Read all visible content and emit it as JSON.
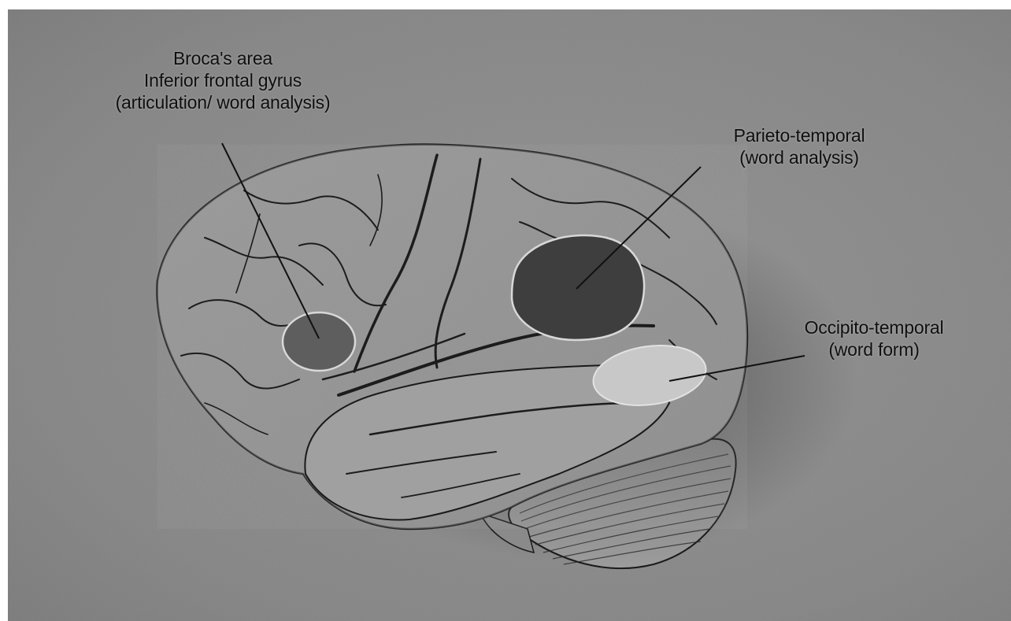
{
  "figure": {
    "colors": {
      "background": "#8c8c8c",
      "brain": "#9a9a9a",
      "brain_outline": "#1a1a1a",
      "broca_region": "#5e5e5e",
      "parieto_temporal_region": "#3e3e3e",
      "occipito_temporal_region": "#c8c8c8",
      "region_outline": "#d8d8d8"
    },
    "labels": {
      "broca": {
        "line1": "Broca's area",
        "line2": "Inferior frontal gyrus",
        "line3": "(articulation/ word analysis)"
      },
      "parieto_temporal": {
        "line1": "Parieto-temporal",
        "line2": "(word analysis)"
      },
      "occipito_temporal": {
        "line1": "Occipito-temporal",
        "line2": "(word form)"
      }
    }
  }
}
